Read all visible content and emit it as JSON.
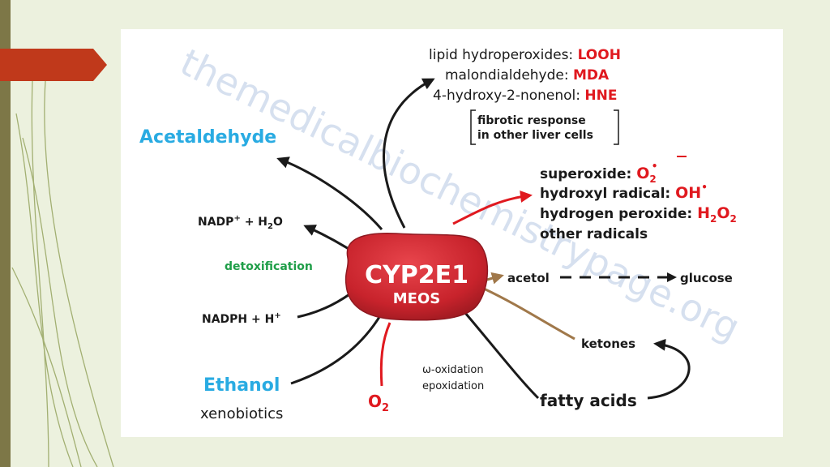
{
  "slide": {
    "accent_color": "#c0391b",
    "sidebar_color": "#7d7747",
    "background_color": "#ecf1de"
  },
  "watermark": "themedicalbiochemistrypage.org",
  "diagram": {
    "center": {
      "line1": "CYP2E1",
      "line2": "MEOS",
      "color": "#c8232c"
    },
    "acetaldehyde": "Acetaldehyde",
    "nadp": {
      "prefix": "NADP",
      "sup": "+",
      "mid": " + H",
      "sub": "2",
      "suffix": "O"
    },
    "detoxification": "detoxification",
    "nadph": {
      "prefix": "NADPH + H",
      "sup": "+"
    },
    "ethanol": "Ethanol",
    "xenobiotics": "xenobiotics",
    "oxygen": {
      "main": "O",
      "sub": "2"
    },
    "oxidation": {
      "line1": "ω-oxidation",
      "line2": "epoxidation"
    },
    "fatty_acids": "fatty acids",
    "ketones": "ketones",
    "acetol": "acetol",
    "glucose": "glucose",
    "lipid_products": [
      {
        "label": "lipid hydroperoxides: ",
        "abbr": "LOOH"
      },
      {
        "label": "malondialdehyde: ",
        "abbr": "MDA"
      },
      {
        "label": "4-hydroxy-2-nonenol: ",
        "abbr": "HNE"
      }
    ],
    "fibrotic": {
      "line1": "fibrotic response",
      "line2": "in other liver cells"
    },
    "radicals": {
      "superoxide": {
        "label": "superoxide: ",
        "main": "O",
        "sub": "2",
        "dot": "•"
      },
      "hydroxyl": {
        "label": "hydroxyl radical: ",
        "main": "OH",
        "dot": "•"
      },
      "peroxide": {
        "label": "hydrogen peroxide: ",
        "h": "H",
        "sub1": "2",
        "o": "O",
        "sub2": "2"
      },
      "other": "other radicals"
    },
    "colors": {
      "acetaldehyde": "#29abe2",
      "ethanol": "#29abe2",
      "detox": "#1f9e48",
      "red": "#e0191f",
      "black": "#1a1a1a",
      "brown": "#a0784a"
    }
  }
}
